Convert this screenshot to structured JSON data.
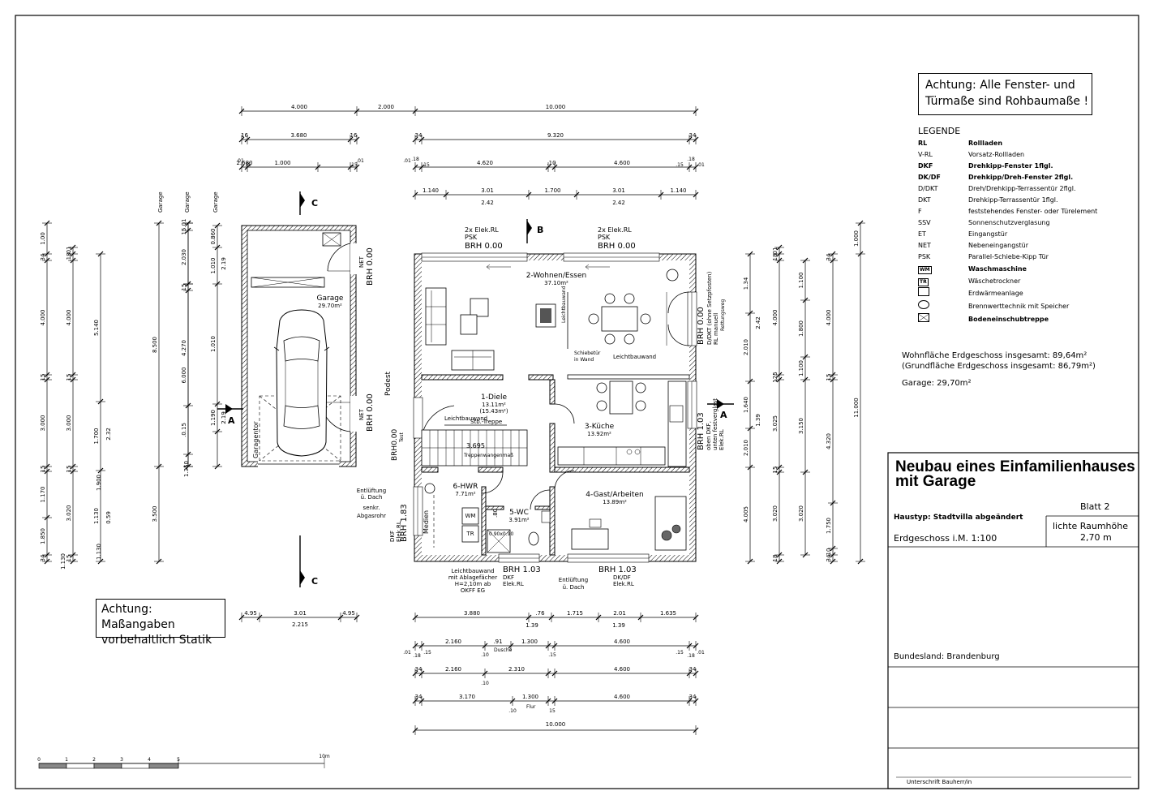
{
  "notice_windows": {
    "line1": "Achtung: Alle Fenster- und",
    "line2": "Türmaße sind Rohbaumaße !"
  },
  "notice_statics": {
    "line1": "Achtung: Maßangaben",
    "line2": "vorbehaltlich Statik"
  },
  "legend": {
    "title": "LEGENDE",
    "items": [
      {
        "code": "RL",
        "text": "Rollladen",
        "bold": true,
        "icon": ""
      },
      {
        "code": "V-RL",
        "text": "Vorsatz-Rollladen",
        "bold": false,
        "icon": ""
      },
      {
        "code": "DKF",
        "text": "Drehkipp-Fenster 1flgl.",
        "bold": true,
        "icon": ""
      },
      {
        "code": "DK/DF",
        "text": "Drehkipp/Dreh-Fenster 2flgl.",
        "bold": true,
        "icon": ""
      },
      {
        "code": "D/DKT",
        "text": "Dreh/Drehkipp-Terrassentür 2flgl.",
        "bold": false,
        "icon": ""
      },
      {
        "code": "DKT",
        "text": "Drehkipp-Terrassentür 1flgl.",
        "bold": false,
        "icon": ""
      },
      {
        "code": "F",
        "text": "feststehendes Fenster- oder Türelement",
        "bold": false,
        "icon": ""
      },
      {
        "code": "SSV",
        "text": "Sonnenschutzverglasung",
        "bold": false,
        "icon": ""
      },
      {
        "code": "ET",
        "text": "Eingangstür",
        "bold": false,
        "icon": ""
      },
      {
        "code": "NET",
        "text": "Nebeneingangstür",
        "bold": false,
        "icon": ""
      },
      {
        "code": "PSK",
        "text": "Parallel-Schiebe-Kipp Tür",
        "bold": false,
        "icon": ""
      },
      {
        "code": "",
        "text": "Waschmaschine",
        "bold": true,
        "icon": "WM"
      },
      {
        "code": "",
        "text": "Wäschetrockner",
        "bold": false,
        "icon": "TR"
      },
      {
        "code": "",
        "text": "Erdwärmeanlage",
        "bold": false,
        "icon": "geothermal-icon"
      },
      {
        "code": "",
        "text": "Brennwerttechnik mit Speicher",
        "bold": false,
        "icon": "boiler-icon"
      },
      {
        "code": "",
        "text": "Bodeneinschubtreppe",
        "bold": true,
        "icon": "attic-ladder-icon"
      }
    ]
  },
  "areas": {
    "living": "Wohnfläche Erdgeschoss insgesamt: 89,64m²",
    "gross": "(Grundfläche Erdgeschoss insgesamt: 86,79m²)",
    "garage": "Garage: 29,70m²"
  },
  "title_block": {
    "title_line1": "Neubau eines Einfamilienhauses",
    "title_line2": "mit Garage",
    "sheet": "Blatt 2",
    "house_type": "Haustyp: Stadtvilla abgeändert",
    "floor": "Erdgeschoss i.M. 1:100",
    "room_height_label": "lichte Raumhöhe",
    "room_height_value": "2,70 m",
    "state": "Bundesland: Brandenburg",
    "signature": "Unterschrift Bauherr/in"
  },
  "rooms": [
    {
      "name": "2-Wohnen/Essen",
      "area": "37.10m²",
      "area2": ""
    },
    {
      "name": "1-Diele",
      "area": "13.11m²",
      "area2": "(15.43m²)"
    },
    {
      "name": "3-Küche",
      "area": "13.92m²",
      "area2": ""
    },
    {
      "name": "6-HWR",
      "area": "7.71m²",
      "area2": ""
    },
    {
      "name": "5-WC",
      "area": "3.91m²",
      "area2": ""
    },
    {
      "name": "4-Gast/Arbeiten",
      "area": "13.89m²",
      "area2": ""
    },
    {
      "name": "Garage",
      "area": "29.70m²",
      "area2": ""
    }
  ],
  "labels": {
    "brh_top_left_a": "2x Elek.RL",
    "brh_top_left_b": "PSK",
    "brh_top_left_c": "BRH 0.00",
    "brh_top_right_a": "2x Elek.RL",
    "brh_top_right_b": "PSK",
    "brh_top_right_c": "BRH 0.00",
    "brh_bottom_a": "BRH 1.03",
    "brh_bottom_b": "DKF",
    "brh_bottom_c": "Elek.RL",
    "brh_bottom2_a": "BRH 1.03",
    "brh_bottom2_b": "DK/DF",
    "brh_bottom2_c": "Elek.RL",
    "right_east_top": "BRH 0.00",
    "right_east_top_b": "D/DKT (ohne Setzpfosten)",
    "right_east_top_c": "RL manuell",
    "right_east_top_d": "Rettungsweg",
    "right_east_bottom": "BRH 1.03",
    "right_east_bottom_b": "oben DKF,",
    "right_east_bottom_c": "unten festverglast",
    "right_east_bottom_d": "Elek.RL",
    "garage_net1": "NET",
    "garage_brh1": "BRH 0.00",
    "garage_net2": "NET",
    "garage_brh2": "BRH 0.00",
    "podest": "Podest",
    "brh_entry": "BRH0.00",
    "test": "Test",
    "leichtbauwand1": "Leichtbauwand",
    "leichtbauwand2": "Leichtbauwand",
    "leichtbauwand3": "Leichtbauwand",
    "schiebetuer": "Schiebetür",
    "in_wand": "in Wand",
    "stb_treppe": "Stb.-Treppe",
    "treppe_len": "3.695",
    "treppenwange": "Treppenwangenmaß",
    "entlueftung1_a": "Entlüftung",
    "entlueftung1_b": "ü. Dach",
    "entlueftung1_c": "senkr.",
    "entlueftung1_d": "Abgasrohr",
    "hwr_window_a": "BRH 1.83",
    "hwr_window_b": "DKF",
    "hwr_window_c": "Elek.RL",
    "medien": "Medien",
    "lbw_note_a": "Leichtbauwand",
    "lbw_note_b": "mit Ablagefächer",
    "lbw_note_c": "H=2,10m ab",
    "lbw_note_d": "OKFF EG",
    "entlueftung2_a": "Entlüftung",
    "entlueftung2_b": "ü. Dach",
    "shower": "0.90x0.90",
    "wc_80": ".80",
    "garagentor": "Garagentor",
    "wm": "WM",
    "tr": "TR",
    "section_a": "A",
    "section_b": "B",
    "section_c": "C",
    "garage_tag1": "Garage",
    "garage_tag2": "Garage",
    "garage_tag3": "Garage",
    "dusche": "Dusche",
    "flur": "Flur",
    "scale_max": "10m"
  },
  "dims": {
    "top": {
      "row1": [
        "4.000",
        "2.000",
        "10.000"
      ],
      "row2_left": [
        "16",
        "3.680",
        "16"
      ],
      "row2_right": [
        "34",
        "9.320",
        "34"
      ],
      "row3_left": [
        ".01",
        "15",
        "2.680",
        "1.000",
        ".15",
        ".01"
      ],
      "row3_right": [
        ".01",
        ".18",
        "15",
        "4.620",
        ".10",
        "4.600",
        ".15",
        ".18",
        ".01"
      ],
      "row4_right": [
        "1.140",
        "3.01",
        "2.42",
        "1.700",
        "3.01",
        "2.42",
        "1.140"
      ]
    },
    "bottom": {
      "row0_left": [
        "4.95",
        "3.01",
        "2.215",
        "4.95"
      ],
      "row1": [
        "3.880",
        ".76",
        "1.39",
        "1.715",
        "2.01",
        "1.39",
        "1.635"
      ],
      "row2": [
        ".01",
        ".18",
        ".15",
        "2.160",
        ".91",
        ".10",
        "1.300",
        ".15",
        "4.600",
        ".15",
        ".18",
        ".01"
      ],
      "row3": [
        "34",
        "2.160",
        "2.310",
        ".10",
        "4.600",
        "34"
      ],
      "row4": [
        "34",
        "3.170",
        "1.300",
        ".10",
        "15",
        "4.600",
        "34"
      ],
      "row5": [
        "10.000"
      ]
    },
    "left": {
      "col1": [
        "1.00",
        "34",
        "4.000",
        "15",
        "3.000",
        "15",
        "1.170",
        "1.850",
        "34",
        "1.130"
      ],
      "col2": [
        ".01",
        ".18",
        "4.000",
        "15",
        "3.000",
        "15",
        "3.020",
        "15",
        ".18"
      ],
      "col3": [
        "5.140",
        "1.700",
        "2.32",
        "1.900",
        "1.130",
        "0.59",
        "1.130"
      ],
      "col4": [
        "8.500",
        "6.000",
        "3.500"
      ],
      "col5": [
        "15.01",
        "2.030",
        "15",
        "4.270",
        "1.350",
        ".0.15"
      ],
      "col6": [
        "0.860",
        "1.010",
        "2.19",
        "1.010",
        "2.19",
        "1.190"
      ]
    },
    "right": {
      "col1": [
        "1.34",
        "2.010",
        "1.640",
        "2.010",
        "4.005"
      ],
      "col2": [
        "2.42",
        "1.39"
      ],
      "col3": [
        "01",
        "18",
        "4.000",
        "125",
        "3.025",
        "15",
        "3.020",
        "18",
        "01"
      ],
      "col4": [
        "1.100",
        "1.800",
        "1.100",
        "3.150",
        "3.020"
      ],
      "col5": [
        "34",
        "4.000",
        "15",
        "4.320",
        "1.750",
        "10",
        "34"
      ],
      "col6": [
        "1.000",
        "11.000"
      ]
    }
  },
  "scale_ticks": [
    "0",
    "1",
    "2",
    "3",
    "4",
    "5"
  ]
}
